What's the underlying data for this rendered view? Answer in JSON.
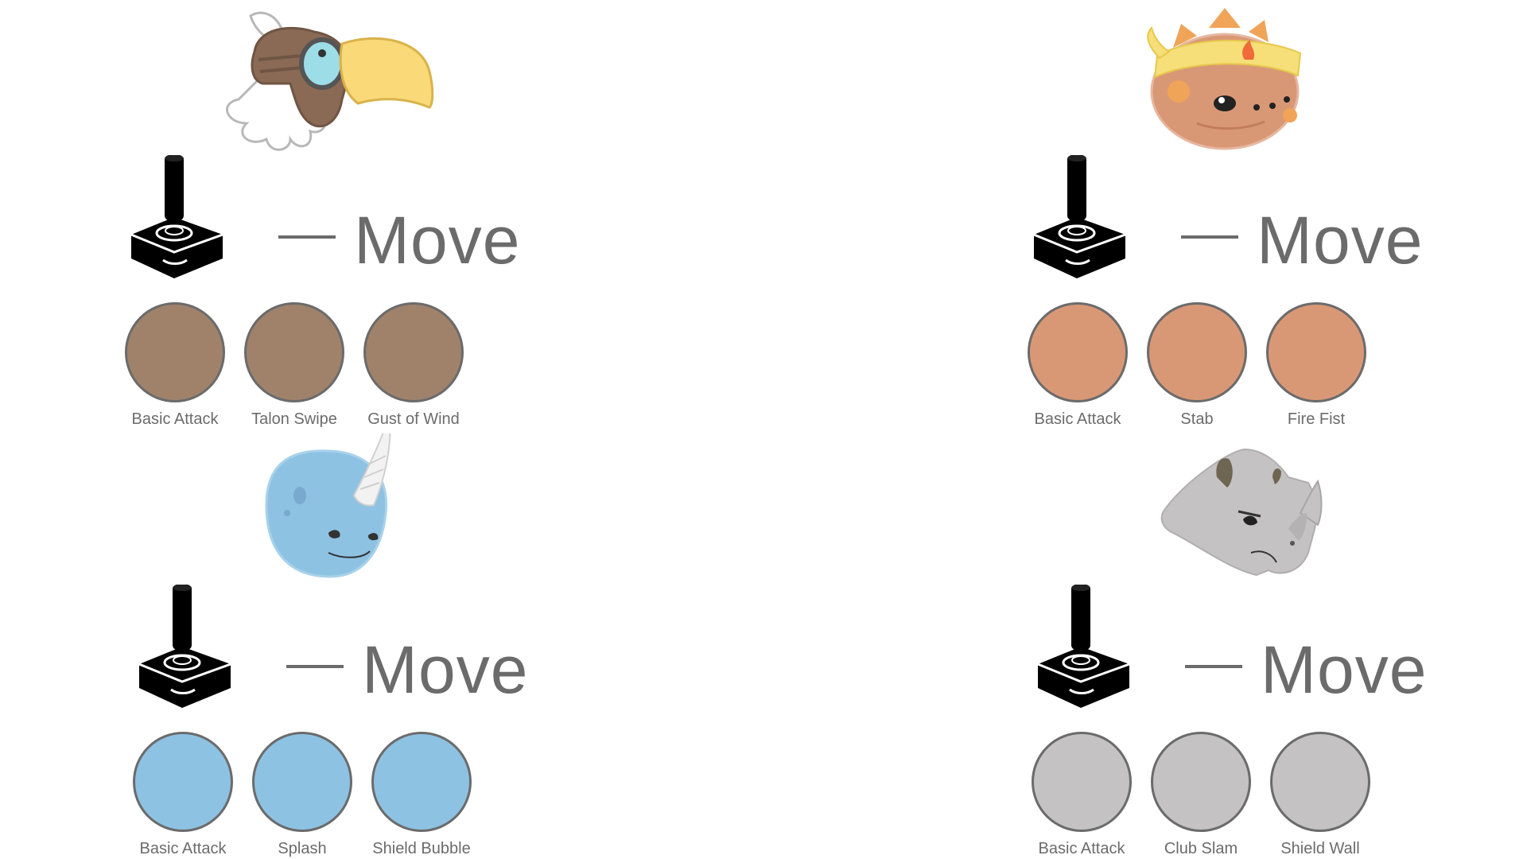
{
  "players": [
    {
      "character": "eagle-pilot",
      "color": "#a0826b",
      "move_label": "Move",
      "abilities": [
        {
          "label": "Basic Attack"
        },
        {
          "label": "Talon Swipe"
        },
        {
          "label": "Gust of Wind"
        }
      ]
    },
    {
      "character": "fire-brawler",
      "color": "#d99875",
      "move_label": "Move",
      "abilities": [
        {
          "label": "Basic Attack"
        },
        {
          "label": "Stab"
        },
        {
          "label": "Fire Fist"
        }
      ]
    },
    {
      "character": "narwhal",
      "color": "#8dc2e3",
      "move_label": "Move",
      "abilities": [
        {
          "label": "Basic Attack"
        },
        {
          "label": "Splash"
        },
        {
          "label": "Shield Bubble"
        }
      ]
    },
    {
      "character": "rhino",
      "color": "#c4c2c2",
      "move_label": "Move",
      "abilities": [
        {
          "label": "Basic Attack"
        },
        {
          "label": "Club Slam"
        },
        {
          "label": "Shield Wall"
        }
      ]
    }
  ],
  "icons": {
    "joystick": "joystick-icon"
  }
}
